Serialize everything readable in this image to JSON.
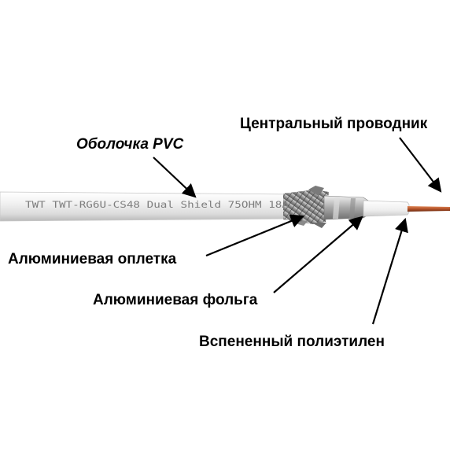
{
  "labels": {
    "center_conductor": "Центральный проводник",
    "pvc_jacket": "Оболочка PVC",
    "aluminum_braid": "Алюминиевая оплетка",
    "aluminum_foil": "Алюминиевая фольга",
    "foamed_pe": "Вспененный полиэтилен"
  },
  "cable_print": "TWT TWT-RG6U-CS48 Dual Shield 75OHM 18A",
  "colors": {
    "jacket": "#ececec",
    "braid": "#9a9a9a",
    "foil": "#c8c8c8",
    "dielectric": "#f6f6f6",
    "conductor": "#b5532a",
    "arrow": "#000000"
  }
}
